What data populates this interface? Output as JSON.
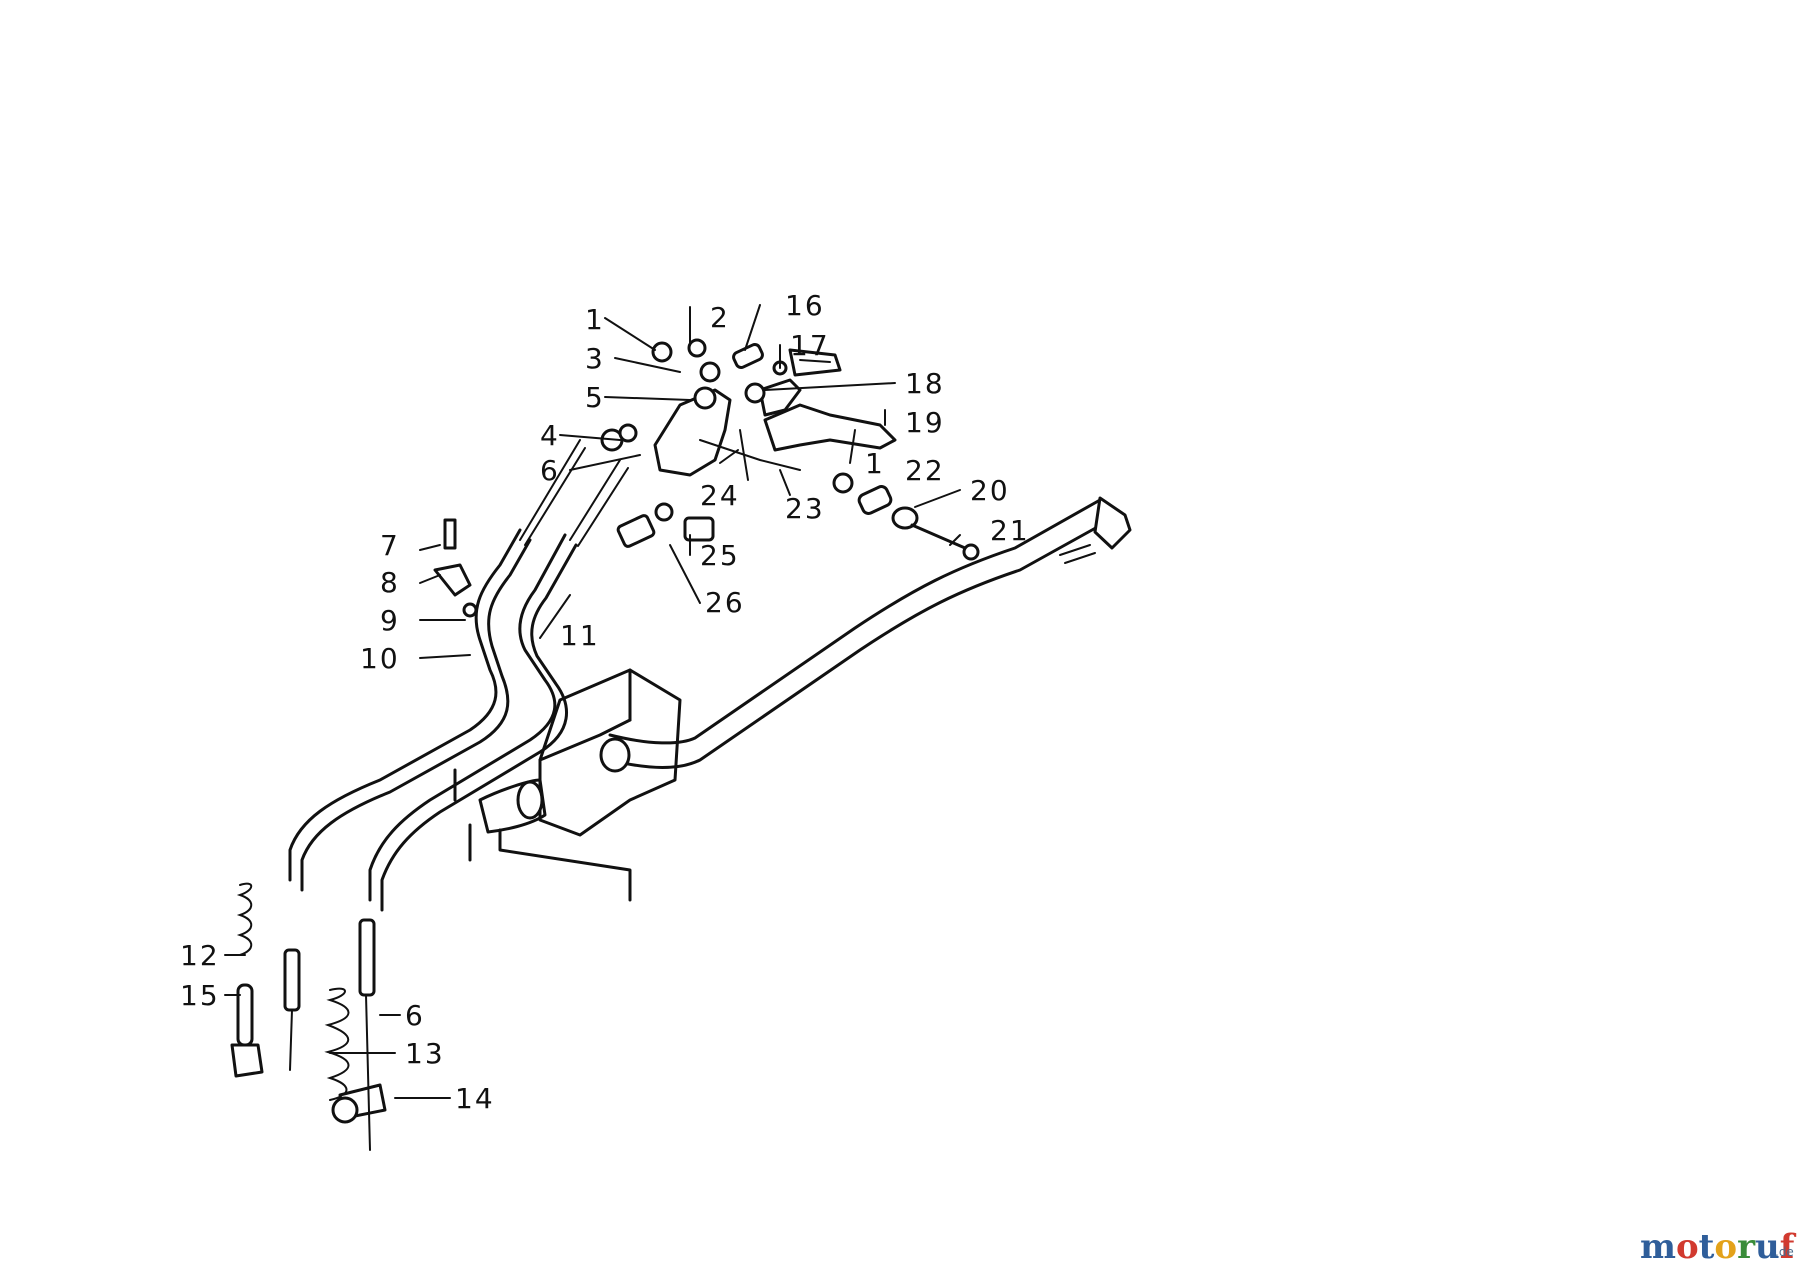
{
  "callouts": [
    {
      "id": "c1a",
      "text": "1"
    },
    {
      "id": "c2",
      "text": "2"
    },
    {
      "id": "c16",
      "text": "16"
    },
    {
      "id": "c17",
      "text": "17"
    },
    {
      "id": "c3",
      "text": "3"
    },
    {
      "id": "c18",
      "text": "18"
    },
    {
      "id": "c5",
      "text": "5"
    },
    {
      "id": "c19",
      "text": "19"
    },
    {
      "id": "c4",
      "text": "4"
    },
    {
      "id": "c1b",
      "text": "1"
    },
    {
      "id": "c22",
      "text": "22"
    },
    {
      "id": "c6a",
      "text": "6"
    },
    {
      "id": "c24",
      "text": "24"
    },
    {
      "id": "c20",
      "text": "20"
    },
    {
      "id": "c23",
      "text": "23"
    },
    {
      "id": "c7",
      "text": "7"
    },
    {
      "id": "c21",
      "text": "21"
    },
    {
      "id": "c25",
      "text": "25"
    },
    {
      "id": "c8",
      "text": "8"
    },
    {
      "id": "c26",
      "text": "26"
    },
    {
      "id": "c9",
      "text": "9"
    },
    {
      "id": "c11",
      "text": "11"
    },
    {
      "id": "c10",
      "text": "10"
    },
    {
      "id": "c12",
      "text": "12"
    },
    {
      "id": "c15",
      "text": "15"
    },
    {
      "id": "c6b",
      "text": "6"
    },
    {
      "id": "c13",
      "text": "13"
    },
    {
      "id": "c14",
      "text": "14"
    }
  ],
  "watermark": {
    "letters": [
      "m",
      "o",
      "t",
      "o",
      "r",
      "u",
      "f"
    ],
    "suffix": ".de",
    "colors": [
      "#2f5e9a",
      "#d13a2f",
      "#2f5e9a",
      "#e3a21a",
      "#3a8d3a",
      "#2f5e9a",
      "#d13a2f"
    ]
  }
}
